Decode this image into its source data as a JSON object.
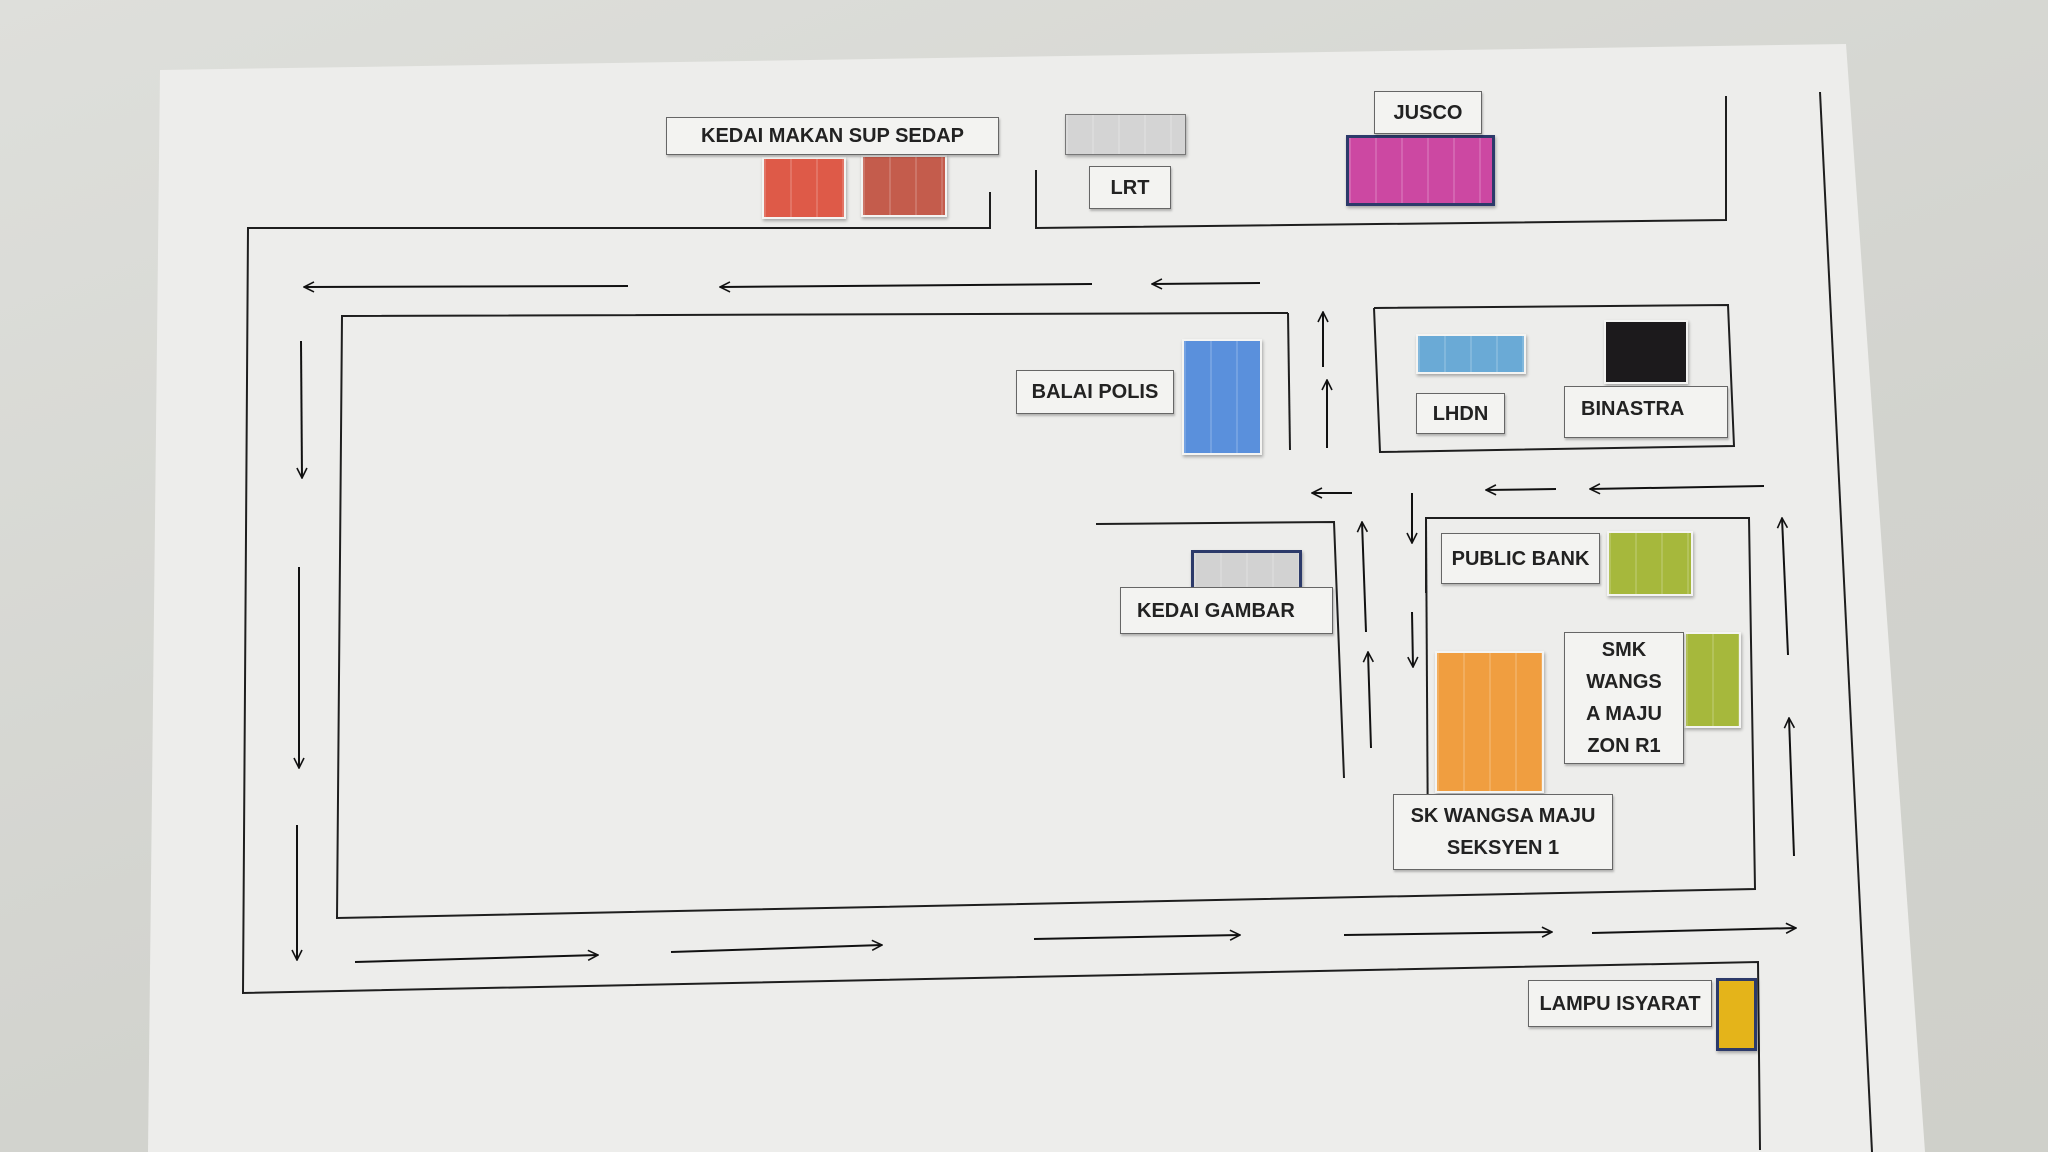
{
  "map": {
    "labels": {
      "kedai_makan": "KEDAI MAKAN SUP SEDAP",
      "lrt": "LRT",
      "jusco": "JUSCO",
      "balai_polis": "BALAI POLIS",
      "lhdn": "LHDN",
      "binastra": "BINASTRA",
      "public_bank": "PUBLIC BANK",
      "kedai_gambar": "KEDAI GAMBAR",
      "smk_line1": "SMK",
      "smk_line2": "WANGS",
      "smk_line3": "A MAJU",
      "smk_line4": "ZON R1",
      "sk_line1": "SK WANGSA MAJU",
      "sk_line2": "SEKSYEN 1",
      "lampu_isyarat": "LAMPU ISYARAT"
    },
    "colors": {
      "paper": "#ededeb",
      "kedai_makan_1": "#de5a48",
      "kedai_makan_2": "#c45c4c",
      "lrt": "#d4d4d4",
      "jusco": "#cc48a2",
      "balai_polis": "#5a90dc",
      "lhdn": "#6aaad6",
      "binastra": "#1c1a1c",
      "public_bank": "#a6b83c",
      "smk": "#a6b83c",
      "sk": "#f09e40",
      "kedai_gambar": "#d2d2d2",
      "lampu_isyarat": "#e4b41a",
      "outline_dark": "#2c3a6a"
    }
  }
}
